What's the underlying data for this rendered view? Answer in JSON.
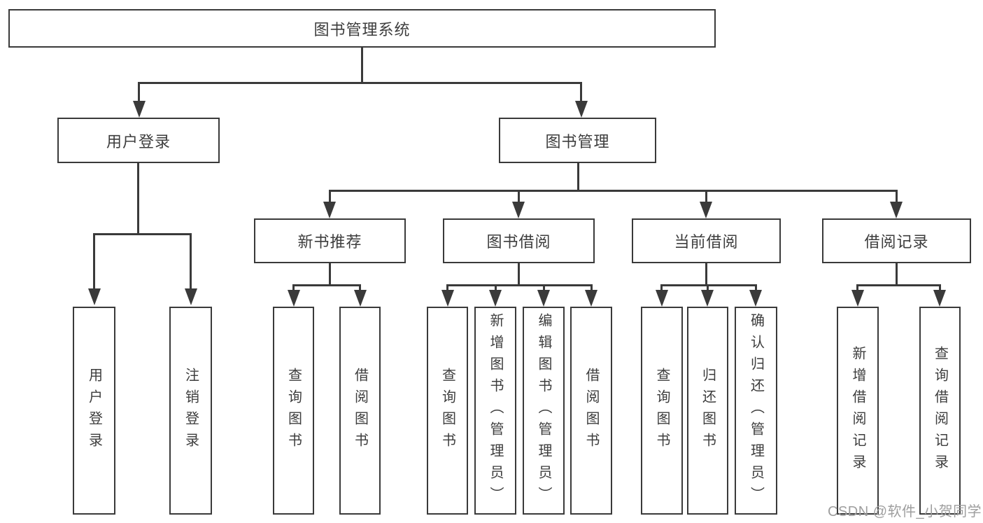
{
  "tree": {
    "root": {
      "label": "图书管理系统",
      "children": [
        {
          "label": "用户登录",
          "children": [
            {
              "label": "用户登录"
            },
            {
              "label": "注销登录"
            }
          ]
        },
        {
          "label": "图书管理",
          "children": [
            {
              "label": "新书推荐",
              "children": [
                {
                  "label": "查询图书"
                },
                {
                  "label": "借阅图书"
                }
              ]
            },
            {
              "label": "图书借阅",
              "children": [
                {
                  "label": "查询图书"
                },
                {
                  "label": "新增图书（管理员）"
                },
                {
                  "label": "编辑图书（管理员）"
                },
                {
                  "label": "借阅图书"
                }
              ]
            },
            {
              "label": "当前借阅",
              "children": [
                {
                  "label": "查询图书"
                },
                {
                  "label": "归还图书"
                },
                {
                  "label": "确认归还（管理员）"
                }
              ]
            },
            {
              "label": "借阅记录",
              "children": [
                {
                  "label": "新增借阅记录"
                },
                {
                  "label": "查询借阅记录"
                }
              ]
            }
          ]
        }
      ]
    }
  },
  "watermark": {
    "text": "CSDN @软件_小贺同学",
    "color": "#9e9e9e"
  },
  "colors": {
    "line": "#3a3a3a",
    "text": "#3d3d3d",
    "background": "#ffffff"
  }
}
